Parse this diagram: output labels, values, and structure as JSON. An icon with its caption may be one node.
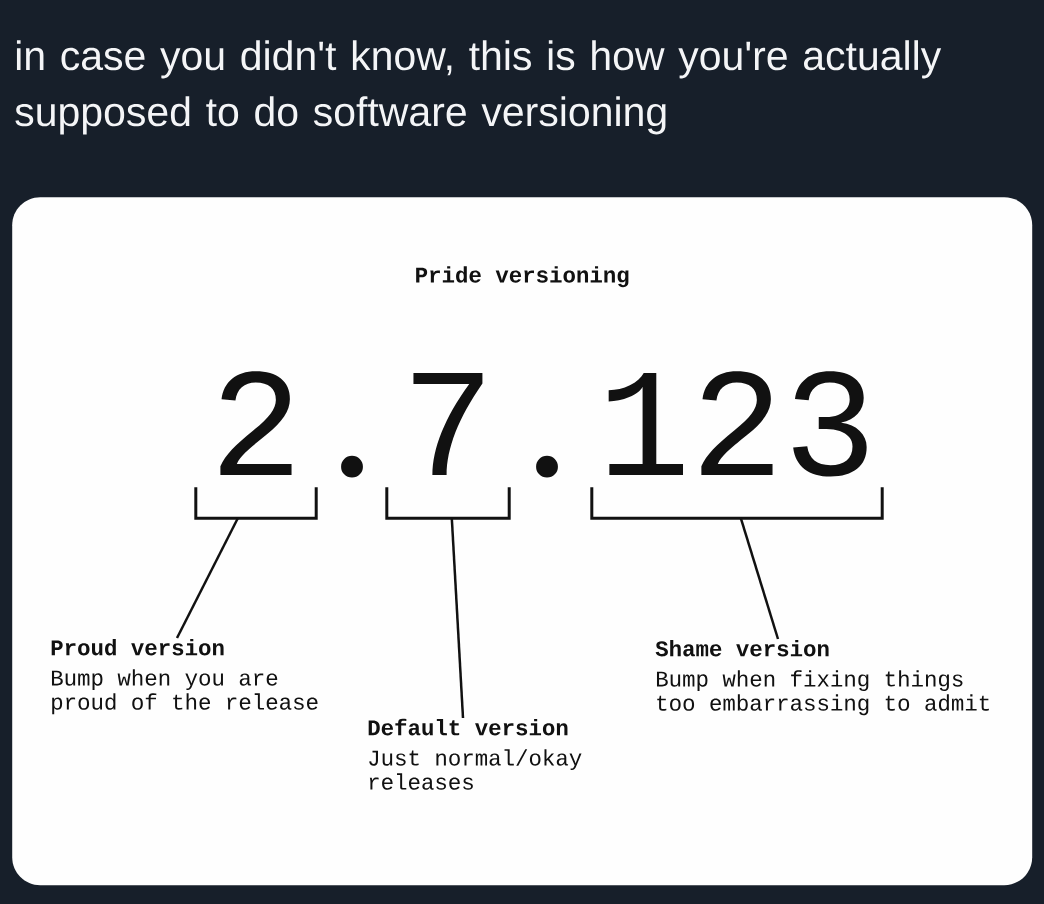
{
  "diagram": {
    "title": "in case you didn't know, this is how you're actually supposed to do software versioning",
    "nodes": [
      {
        "text": [
          "Pride versioning"
        ]
      },
      {
        "text": [
          "2"
        ],
        "in": 0
      },
      {
        "text": [
          "7"
        ],
        "in": 0
      },
      {
        "text": [
          "123"
        ],
        "in": 0
      },
      {
        "text": [
          "Proud version",
          "Bump when you are proud of the release"
        ],
        "in": 0
      },
      {
        "text": [
          "Default version",
          "Just normal/okay releases"
        ],
        "in": 0
      },
      {
        "text": [
          "Shame version",
          "Bump when fixing things too embarrassing to admit"
        ],
        "in": 0
      }
    ],
    "edges": [
      {
        "from": 4,
        "to": 1,
        "arrow": "none"
      },
      {
        "from": 5,
        "to": 2,
        "arrow": "none"
      },
      {
        "from": 6,
        "to": 3,
        "arrow": "none"
      }
    ],
    "labels": [
      ".",
      "."
    ]
  }
}
